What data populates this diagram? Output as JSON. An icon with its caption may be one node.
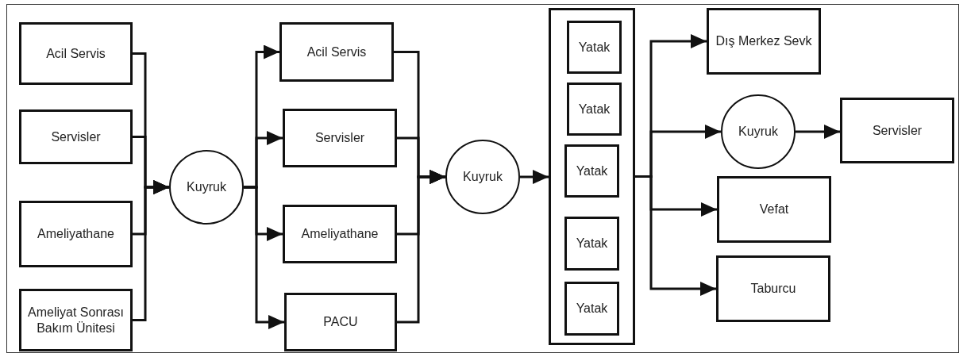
{
  "diagram": {
    "nodes": [
      {
        "text": [
          "Acil Servis"
        ]
      },
      {
        "text": [
          "Servisler"
        ]
      },
      {
        "text": [
          "Ameliyathane"
        ]
      },
      {
        "text": [
          "Ameliyat Sonrası Bakım Ünitesi"
        ]
      },
      {
        "text": [
          "Kuyruk"
        ]
      },
      {
        "text": [
          "Acil Servis"
        ]
      },
      {
        "text": [
          "Servisler"
        ]
      },
      {
        "text": [
          "Ameliyathane"
        ]
      },
      {
        "text": [
          "PACU"
        ]
      },
      {
        "text": [
          "Kuyruk"
        ]
      },
      {
        "text": [],
        "shape": "box"
      },
      {
        "text": [
          "Yatak"
        ],
        "in": 10
      },
      {
        "text": [
          "Yatak"
        ],
        "in": 10
      },
      {
        "text": [
          "Yatak"
        ],
        "in": 10
      },
      {
        "text": [
          "Yatak"
        ],
        "in": 10
      },
      {
        "text": [
          "Yatak"
        ],
        "in": 10
      },
      {
        "text": [
          "Dış Merkez Sevk"
        ]
      },
      {
        "text": [
          "Kuyruk"
        ]
      },
      {
        "text": [
          "Servisler"
        ]
      },
      {
        "text": [
          "Vefat"
        ]
      },
      {
        "text": [
          "Taburcu"
        ]
      }
    ],
    "edges": [
      {
        "from": 0,
        "to": 4,
        "arrow": "to"
      },
      {
        "from": 1,
        "to": 4,
        "arrow": "to"
      },
      {
        "from": 2,
        "to": 4,
        "arrow": "to"
      },
      {
        "from": 3,
        "to": 4,
        "arrow": "to"
      },
      {
        "from": 4,
        "to": 5,
        "arrow": "to"
      },
      {
        "from": 4,
        "to": 6,
        "arrow": "to"
      },
      {
        "from": 4,
        "to": 7,
        "arrow": "to"
      },
      {
        "from": 4,
        "to": 8,
        "arrow": "to"
      },
      {
        "from": 5,
        "to": 9,
        "arrow": "to"
      },
      {
        "from": 6,
        "to": 9,
        "arrow": "to"
      },
      {
        "from": 7,
        "to": 9,
        "arrow": "to"
      },
      {
        "from": 8,
        "to": 9,
        "arrow": "to"
      },
      {
        "from": 9,
        "to": 10,
        "arrow": "to"
      },
      {
        "from": 10,
        "to": 16,
        "arrow": "to"
      },
      {
        "from": 10,
        "to": 17,
        "arrow": "to"
      },
      {
        "from": 10,
        "to": 19,
        "arrow": "to"
      },
      {
        "from": 10,
        "to": 20,
        "arrow": "to"
      },
      {
        "from": 17,
        "to": 18,
        "arrow": "to"
      }
    ]
  }
}
